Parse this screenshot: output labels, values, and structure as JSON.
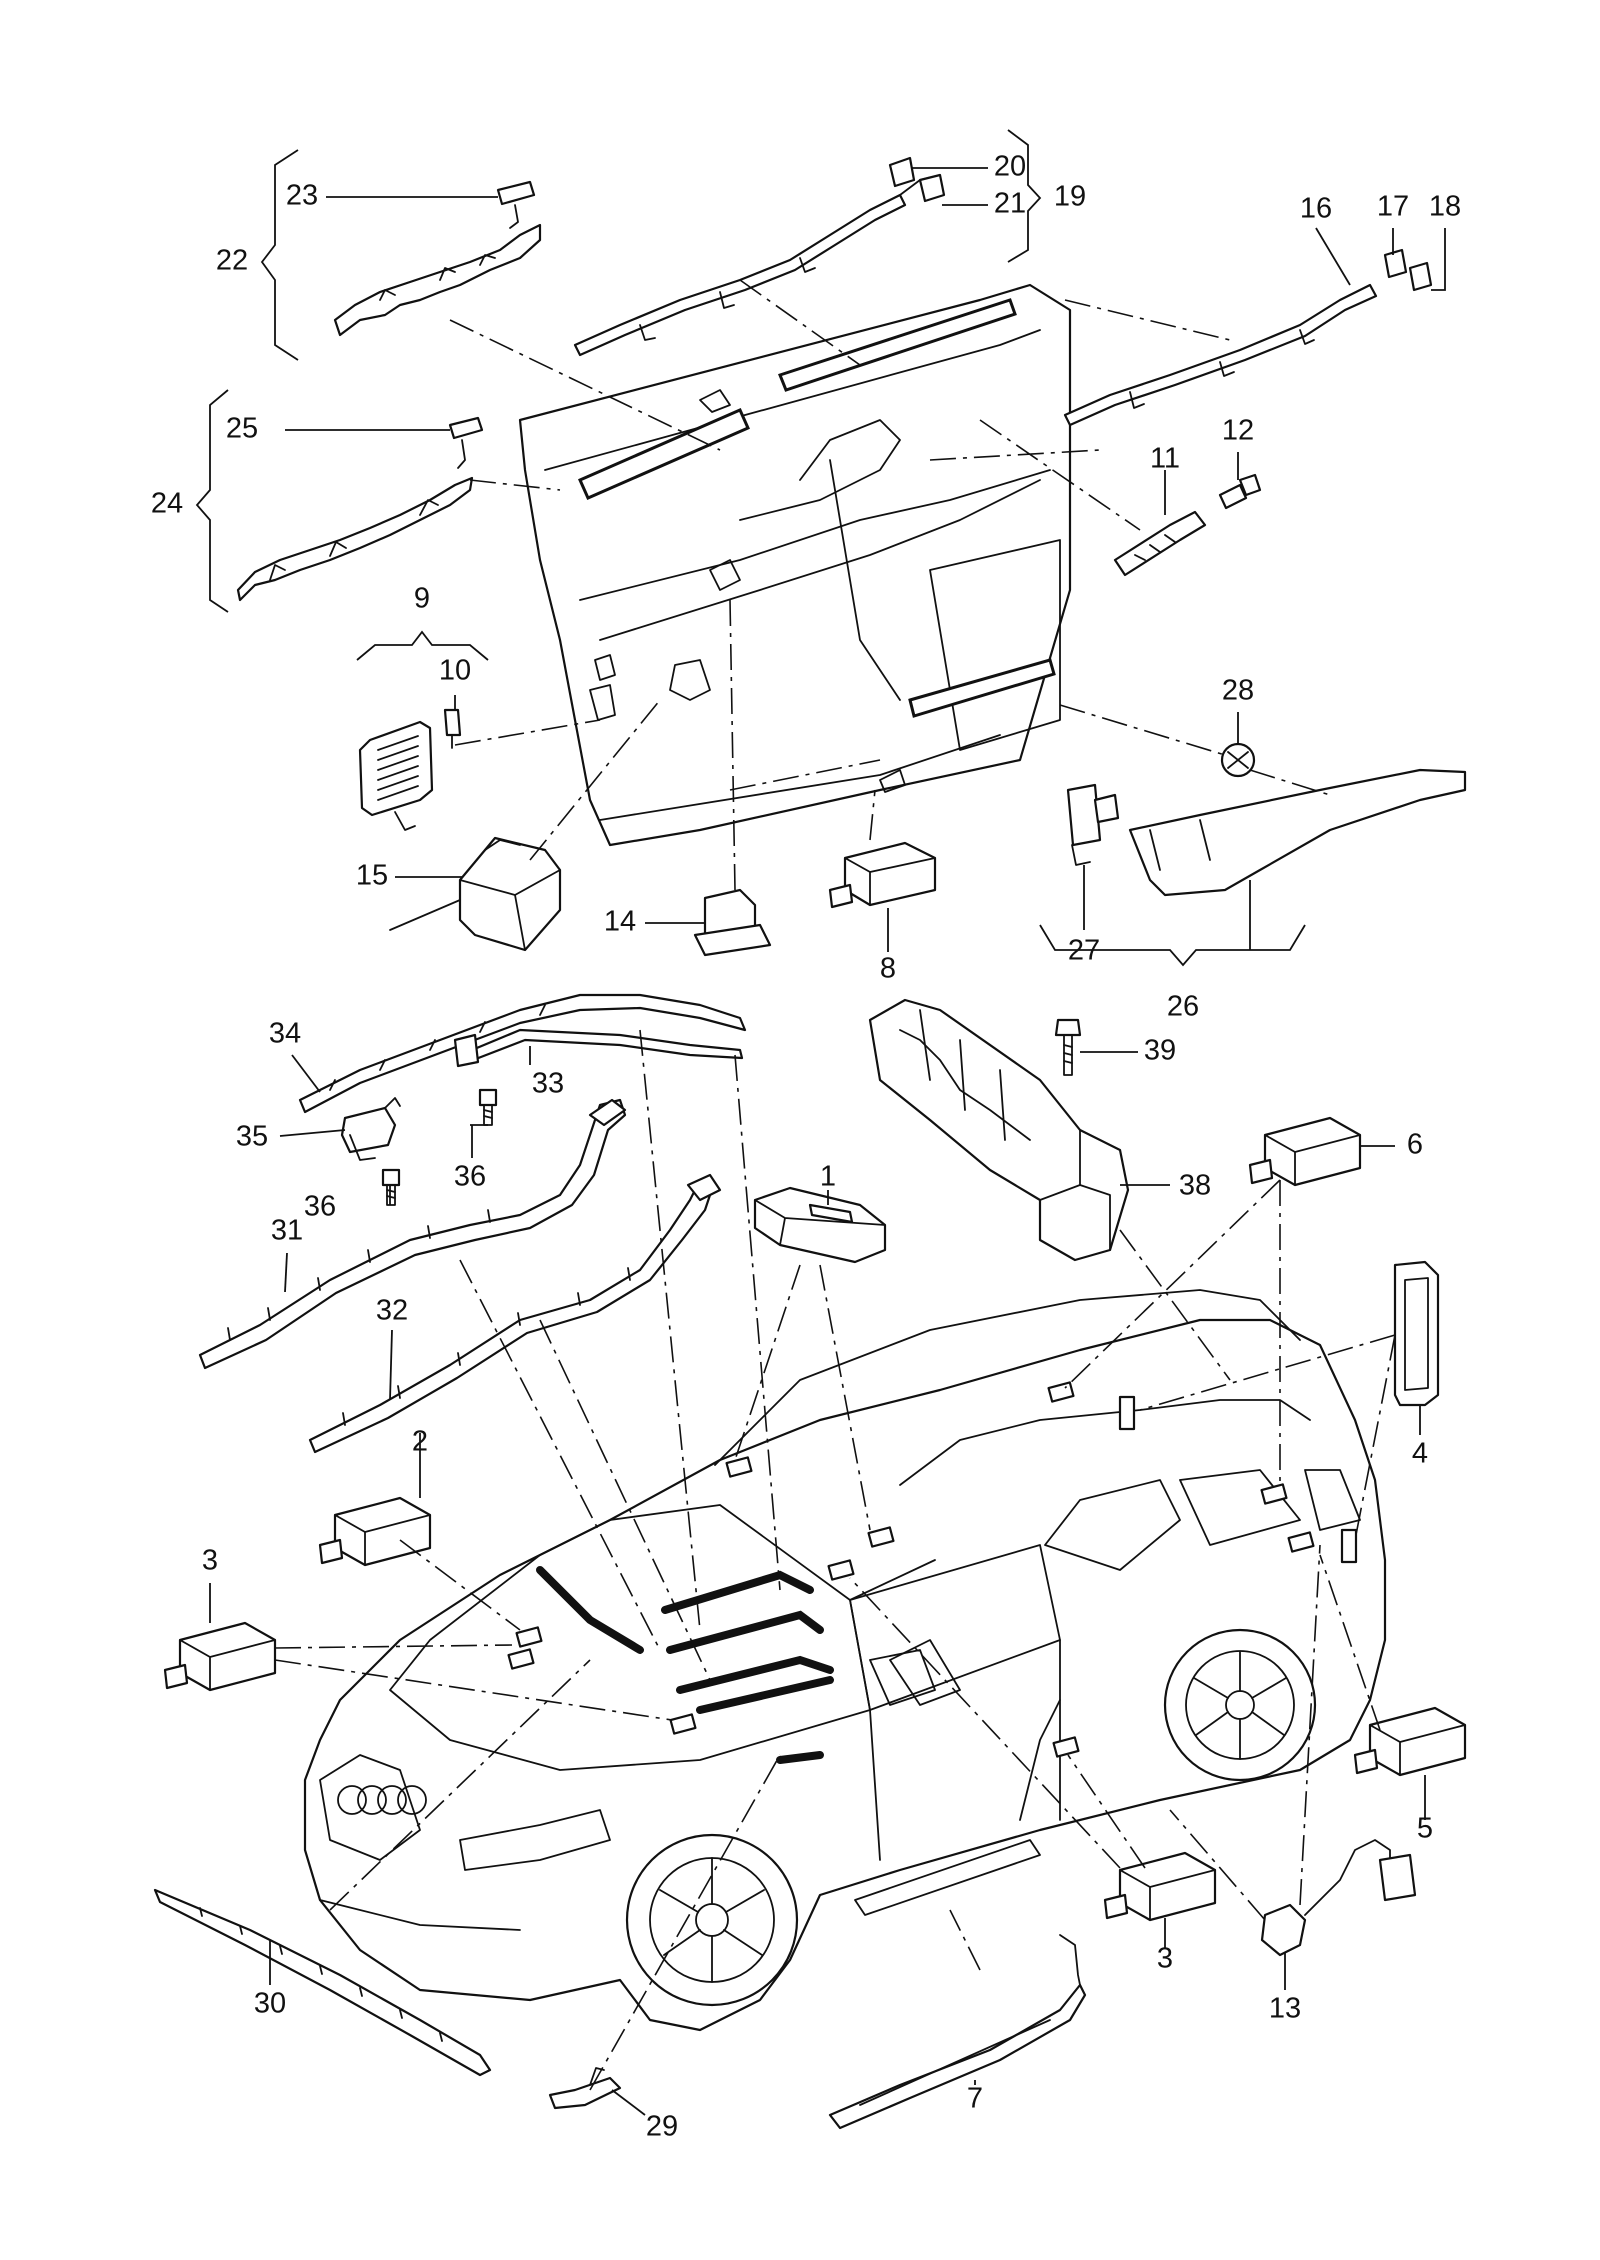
{
  "callouts": [
    "1",
    "2",
    "3",
    "3",
    "4",
    "5",
    "6",
    "7",
    "8",
    "9",
    "10",
    "11",
    "12",
    "13",
    "14",
    "15",
    "16",
    "17",
    "18",
    "19",
    "20",
    "21",
    "22",
    "23",
    "24",
    "25",
    "26",
    "27",
    "28",
    "29",
    "30",
    "31",
    "32",
    "33",
    "34",
    "35",
    "36",
    "36",
    "38",
    "39"
  ]
}
